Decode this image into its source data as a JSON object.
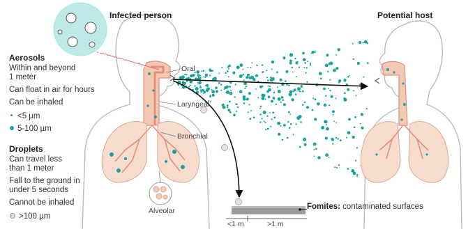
{
  "headings": {
    "infected": "Infected person",
    "host": "Potential host"
  },
  "aerosols": {
    "title": "Aerosols",
    "lines": [
      "Within and beyond",
      "1 meter",
      "Can float in air for hours",
      "Can be inhaled"
    ],
    "small": "<5 µm",
    "large": "5-100 µm"
  },
  "droplets": {
    "title": "Droplets",
    "lines": [
      "Can travel less",
      "than 1 meter",
      "Fall to the ground in",
      "under 5 seconds",
      "Cannot be inhaled"
    ],
    "size": ">100 µm"
  },
  "labels": {
    "oral": "Oral",
    "laryngeal": "Laryngeal",
    "bronchial": "Bronchial",
    "alveolar": "Alveolar"
  },
  "fomites": {
    "title": "Fomites:",
    "desc": "contaminated surfaces"
  },
  "distance": {
    "near": "<1 m",
    "far": ">1 m"
  },
  "colors": {
    "aerosol": "#19a39a",
    "tissue": "#f3c9b3",
    "airway": "#e58f7a",
    "outline": "#bcbcbc",
    "arrow": "#111111"
  },
  "icons": {
    "virus": "virus-icon",
    "alveolus": "alveolus-icon"
  }
}
